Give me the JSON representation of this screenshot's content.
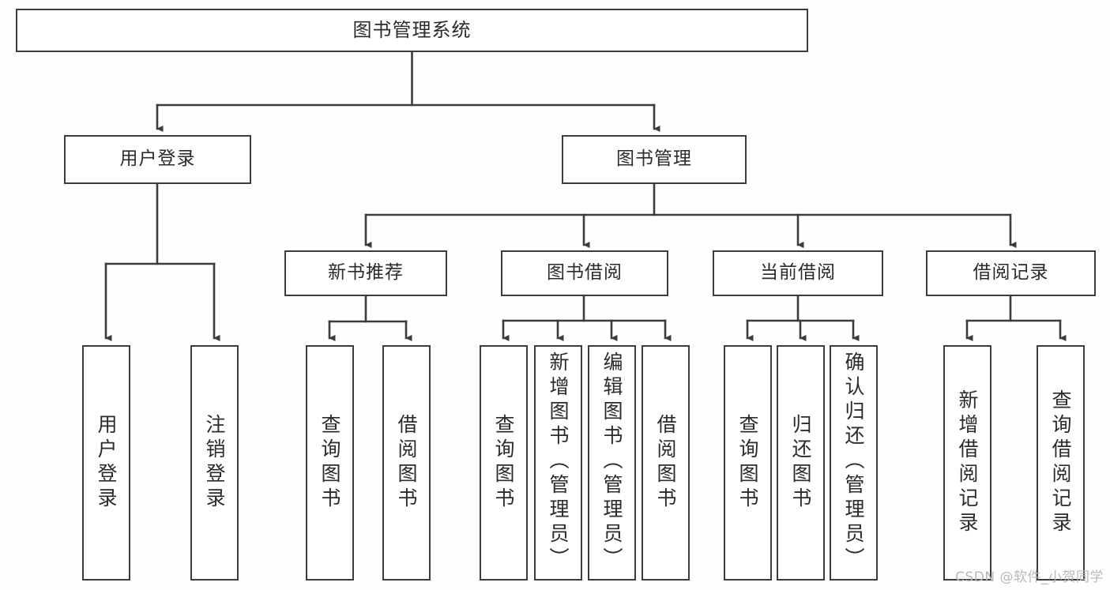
{
  "diagram": {
    "title": "图书管理系统",
    "watermark": "CSDN @软件_小贺同学",
    "colors": {
      "stroke": "#3c3c3c",
      "node_fill": "#ffffff",
      "background": "#fefefe",
      "text": "#2b2b2b",
      "watermark": "#b9b9b9"
    },
    "levels": {
      "root": {
        "label": "图书管理系统"
      },
      "level1": [
        {
          "label": "用户登录"
        },
        {
          "label": "图书管理"
        }
      ],
      "level2": [
        {
          "label": "新书推荐"
        },
        {
          "label": "图书借阅"
        },
        {
          "label": "当前借阅"
        },
        {
          "label": "借阅记录"
        }
      ],
      "leaves": {
        "user_login": [
          {
            "label": "用户登录"
          },
          {
            "label": "注销登录"
          }
        ],
        "new_book_recommend": [
          {
            "label": "查询图书"
          },
          {
            "label": "借阅图书"
          }
        ],
        "book_borrow": [
          {
            "label": "查询图书"
          },
          {
            "label": "新增图书（管理员）"
          },
          {
            "label": "编辑图书（管理员）"
          },
          {
            "label": "借阅图书"
          }
        ],
        "current_borrow": [
          {
            "label": "查询图书"
          },
          {
            "label": "归还图书"
          },
          {
            "label": "确认归还（管理员）"
          }
        ],
        "borrow_records": [
          {
            "label": "新增借阅记录"
          },
          {
            "label": "查询借阅记录"
          }
        ]
      }
    }
  }
}
